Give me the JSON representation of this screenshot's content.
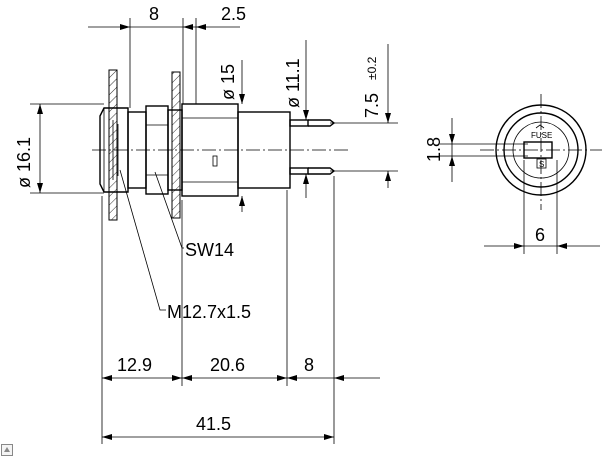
{
  "dimensions": {
    "top_panel_gap": "8",
    "top_thread_len": "2.5",
    "body_diameter": "ø 15",
    "pin_spacing": "ø 11.1",
    "pin_length": "7.5",
    "pin_length_tol": "±0.2",
    "flange_diameter": "ø 16.1",
    "pin_width": "1.8",
    "pin_thickness": "6",
    "bottom_front": "12.9",
    "bottom_body": "20.6",
    "bottom_pins": "8",
    "overall_length": "41.5"
  },
  "labels": {
    "wrench_size": "SW14",
    "thread": "M12.7x1.5",
    "fuse_marking": "FUSE"
  },
  "colors": {
    "line": "#000000",
    "background": "#ffffff"
  }
}
